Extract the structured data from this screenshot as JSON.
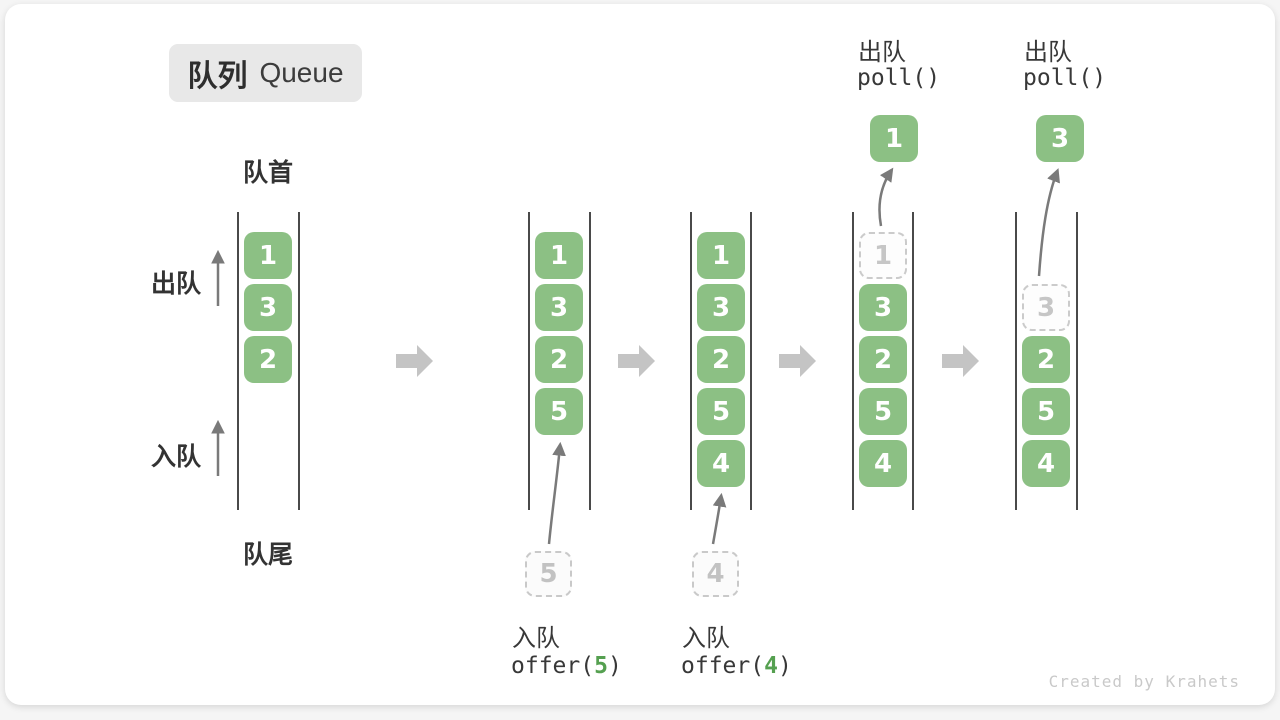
{
  "title": {
    "zh": "队列",
    "en": "Queue"
  },
  "side_labels": {
    "front": "队首",
    "rear": "队尾",
    "dequeue": "出队",
    "enqueue": "入队"
  },
  "states": [
    {
      "queue": [
        "1",
        "3",
        "2"
      ]
    },
    {
      "queue": [
        "1",
        "3",
        "2",
        "5"
      ],
      "incoming": "5"
    },
    {
      "queue": [
        "1",
        "3",
        "2",
        "5",
        "4"
      ],
      "incoming": "4"
    },
    {
      "queue": [
        "3",
        "2",
        "5",
        "4"
      ],
      "removed": "1",
      "polled": "1"
    },
    {
      "queue": [
        "2",
        "5",
        "4"
      ],
      "removed": "3",
      "polled": "3"
    }
  ],
  "operations": [
    {
      "label": "入队",
      "code_pre": "offer(",
      "arg": "5",
      "code_post": ")"
    },
    {
      "label": "入队",
      "code_pre": "offer(",
      "arg": "4",
      "code_post": ")"
    },
    {
      "label": "出队",
      "code": "poll()"
    },
    {
      "label": "出队",
      "code": "poll()"
    }
  ],
  "watermark": "Created by Krahets",
  "colors": {
    "box_green": "#8cc084",
    "accent_green": "#55a050",
    "block_arrow_gray": "#c4c4c4",
    "thin_arrow_gray": "#7a7a7a",
    "wall_gray": "#4a4a4a",
    "dashed_gray": "#cbcbcb",
    "badge_bg": "#e8e8e8"
  }
}
